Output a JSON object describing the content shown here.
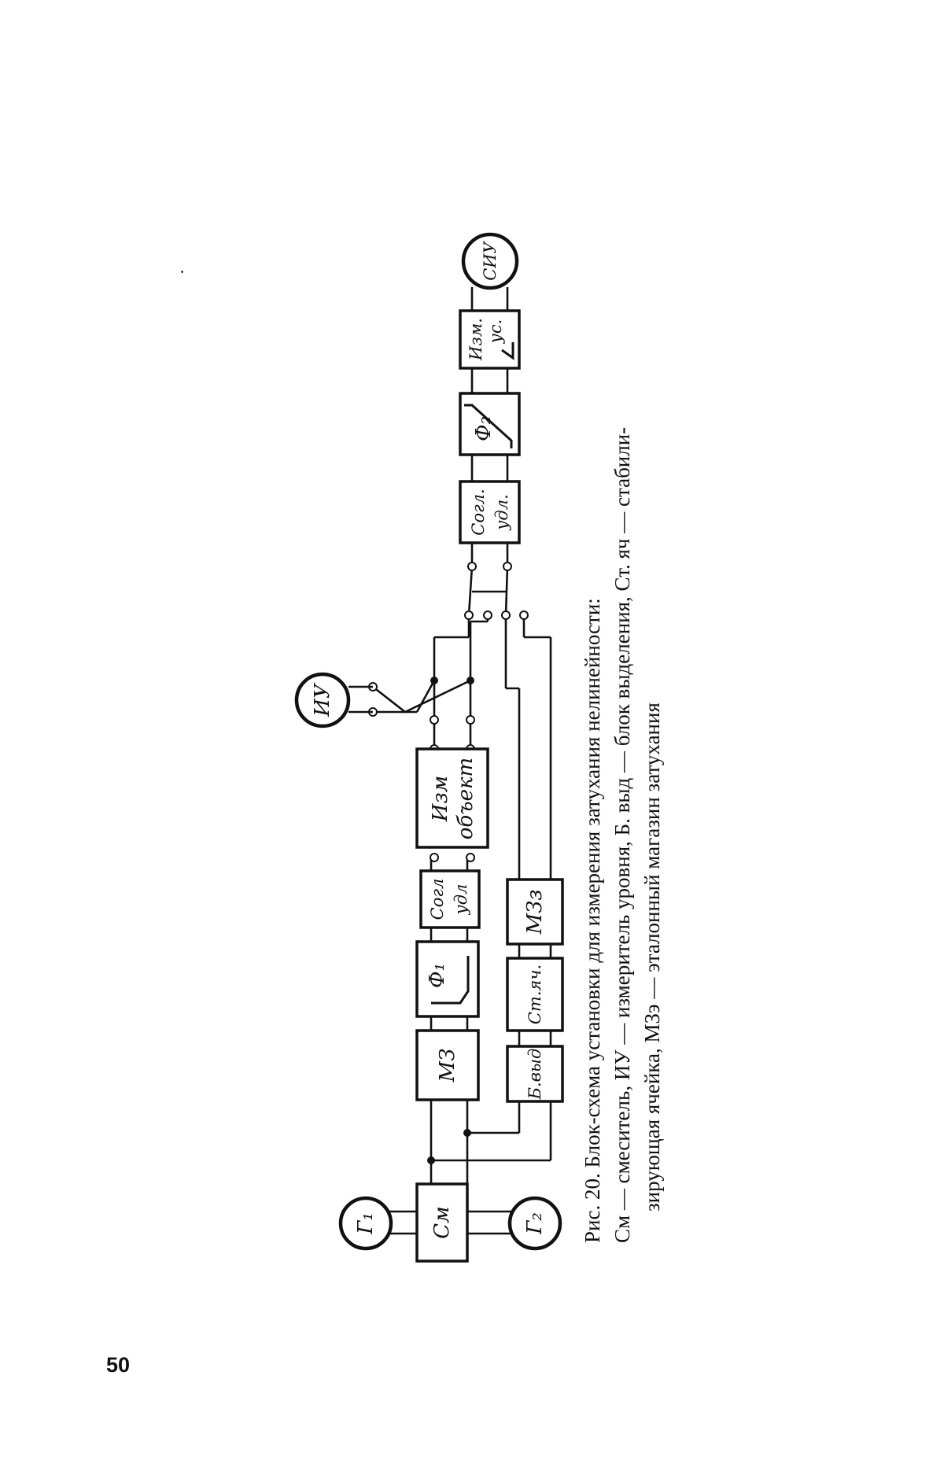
{
  "figure": {
    "blocks": {
      "g1": "Г₁",
      "g2": "Г₂",
      "mixer": "См",
      "mz": "МЗ",
      "f1": "Ф₁",
      "sogl1_a": "Согл",
      "sogl1_b": "удл",
      "obj_a": "Изм",
      "obj_b": "объект",
      "iu": "ИУ",
      "b_vyd": "Б.выд",
      "st_yach": "Ст.яч.",
      "mz_e": "МЗз",
      "sogl2_a": "Согл.",
      "sogl2_b": "удл.",
      "f2": "Ф₂",
      "amp_a": "Изм.",
      "amp_b": "ус.",
      "ceu": "СИУ"
    },
    "caption": {
      "line1": "Рис. 20. Блок-схема установки для измерения затухания нелинейности:",
      "line2": "См — смеситель, ИУ — измеритель уровня, Б. выд — блок выделения, Ст. яч — стабили-",
      "line3": "зирующая ячейка, МЗэ — эталонный магазин затухания"
    }
  },
  "page_number": "50"
}
